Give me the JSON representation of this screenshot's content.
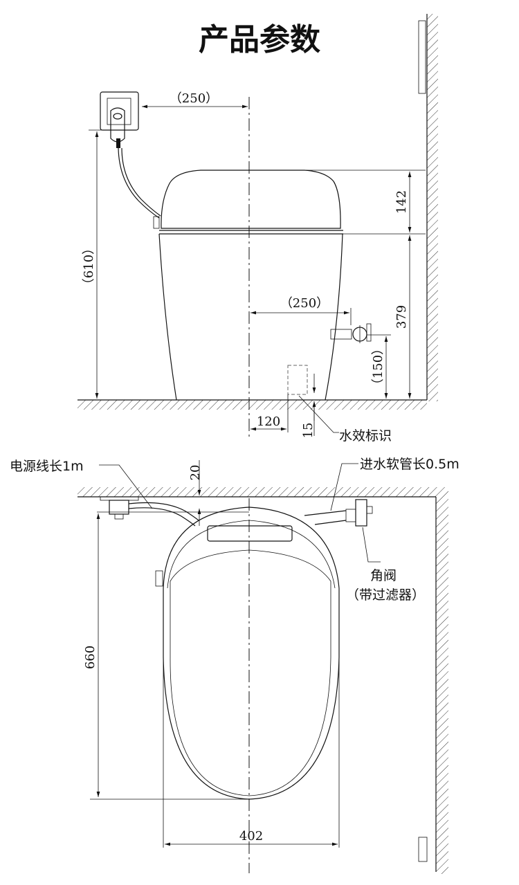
{
  "title": "产品参数",
  "side_view": {
    "dim_outlet_offset": "（250）",
    "dim_lid_height": "142",
    "dim_body_height": "379",
    "dim_outlet_height": "（610）",
    "dim_inlet_offset": "（250）",
    "dim_inlet_height": "（150）",
    "dim_label_offset": "120",
    "dim_label_height": "15",
    "label_water_efficiency": "水效标识"
  },
  "top_view": {
    "label_power_cord": "电源线长1m",
    "label_inlet_hose": "进水软管长0.5m",
    "label_angle_valve": "角阀",
    "label_filter": "（带过滤器）",
    "dim_wall_gap": "20",
    "dim_length": "660",
    "dim_width": "402"
  }
}
